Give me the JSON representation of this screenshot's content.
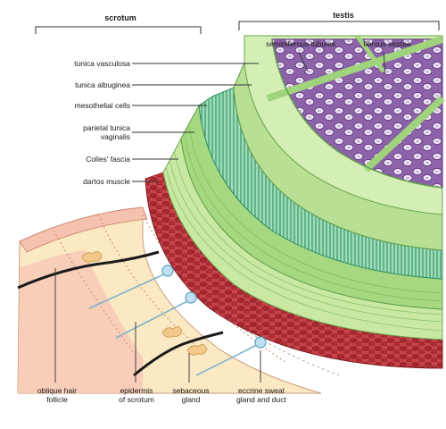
{
  "headers": {
    "scrotum": "scrotum",
    "testis": "testis"
  },
  "left_labels": {
    "tunica_vasculosa": "tunica vasculosa",
    "tunica_albuginea": "tunica albuginea",
    "mesothelial_cells": "mesothelial cells",
    "parietal_tunica_vaginalis": "parietal tunica\nvaginalis",
    "colles_fascia": "Colles' fascia",
    "dartos_muscle": "dartos muscle"
  },
  "top_labels": {
    "seminiferous_tubules": "seminiferous tubules",
    "fibrous_septae": "fibrous septae"
  },
  "bottom_labels": {
    "oblique_hair_follicle": "oblique hair\nfollicle",
    "epidermis_of_scrotum": "epidermis\nof scrotum",
    "sebaceous_gland": "sebaceous\ngland",
    "eccrine_sweat_gland": "eccrine sweat\ngland and duct"
  },
  "colors": {
    "tissue_green_light": "#d8efb3",
    "tissue_green": "#a9d98a",
    "tissue_green_dark": "#6fbf73",
    "tubule_purple": "#9b6fb3",
    "tubule_lavender": "#dcd0ec",
    "dartos_red": "#b8323a",
    "skin_pink": "#f6c9b6",
    "skin_cream": "#fbe9c4",
    "gland_blue": "#6fb3d6",
    "leader_line": "#333333"
  }
}
